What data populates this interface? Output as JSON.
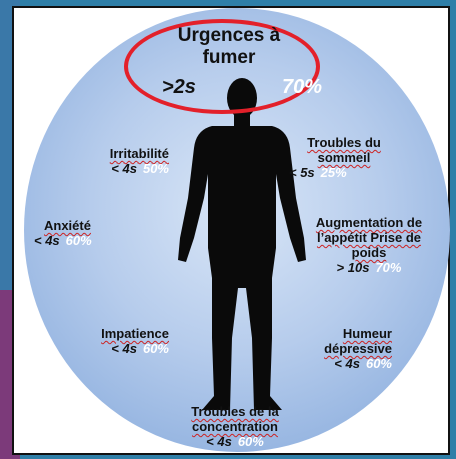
{
  "header": {
    "title": "Urgences à fumer",
    "duration": ">2s",
    "percent": "70%"
  },
  "symptoms": [
    {
      "name": "Irritabilité",
      "duration": "< 4s",
      "percent": "50%"
    },
    {
      "name": "Anxiété",
      "duration": "< 4s",
      "percent": "60%"
    },
    {
      "name": "Impatience",
      "duration": "< 4s",
      "percent": "60%"
    },
    {
      "name": "Troubles de la concentration",
      "duration": "< 4s",
      "percent": "60%"
    },
    {
      "name": "Troubles du sommeil",
      "duration": "< 5s",
      "percent": "25%"
    },
    {
      "name": "Augmentation de l’appétit Prise de poids",
      "duration": "> 10s",
      "percent": "70%"
    },
    {
      "name": "Humeur dépressive",
      "duration": "< 4s",
      "percent": "60%"
    }
  ],
  "colors": {
    "highlight_ellipse": "#e3202a",
    "disc": "#b6ccec",
    "silhouette": "#0a0a0a",
    "percent_text": "#ffffff"
  }
}
